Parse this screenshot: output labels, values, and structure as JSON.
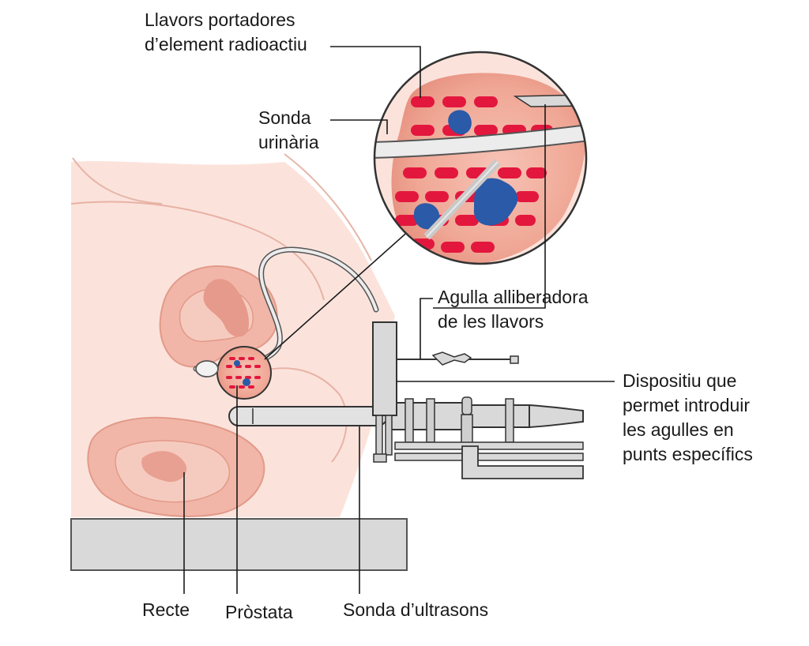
{
  "labels": {
    "seeds": [
      "Llavors portadores",
      "d’element radioactiu"
    ],
    "catheter": [
      "Sonda",
      "urinària"
    ],
    "needle": [
      "Agulla alliberadora",
      "de les llavors"
    ],
    "device": [
      "Dispositiu que",
      "permet introduir",
      "les agulles en",
      "punts específics"
    ],
    "rectum": "Recte",
    "prostate": "Pròstata",
    "ultrasound": "Sonda d’ultrasons"
  },
  "colors": {
    "skin": "#fbe3dc",
    "tissue": "#f2b3a6",
    "organ": "#e8a093",
    "seed": "#e3173e",
    "tumor": "#2a5aa8",
    "equipment": "#d9d9d9",
    "outline": "#333333"
  }
}
